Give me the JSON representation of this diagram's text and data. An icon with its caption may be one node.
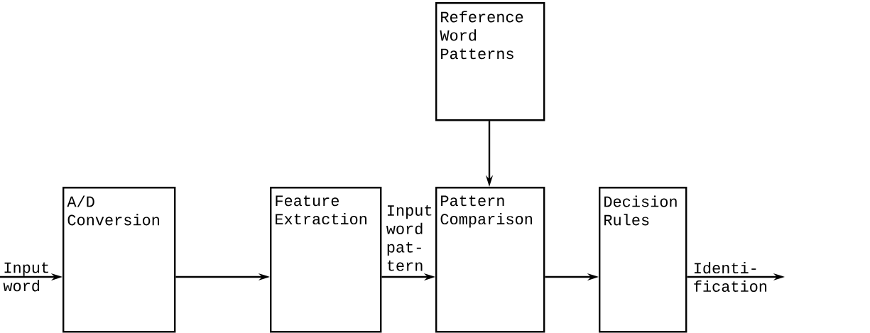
{
  "diagram": {
    "nodes": [
      {
        "text": [
          "Reference Word Patterns"
        ]
      },
      {
        "text": [
          "A/D Conversion"
        ]
      },
      {
        "text": [
          "Feature Extraction"
        ]
      },
      {
        "text": [
          "Pattern Comparison"
        ]
      },
      {
        "text": [
          "Decision Rules"
        ]
      }
    ],
    "edges": [
      {
        "from": null,
        "to": 1,
        "arrow": "to",
        "label": "Input word"
      },
      {
        "from": 1,
        "to": 2,
        "arrow": "to"
      },
      {
        "from": 2,
        "to": 3,
        "arrow": "to",
        "label": "Input word pat-tern"
      },
      {
        "from": 0,
        "to": 3,
        "arrow": "to"
      },
      {
        "from": 3,
        "to": 4,
        "arrow": "to"
      },
      {
        "from": 4,
        "to": null,
        "arrow": "to",
        "label": "Identi-fication"
      }
    ]
  }
}
